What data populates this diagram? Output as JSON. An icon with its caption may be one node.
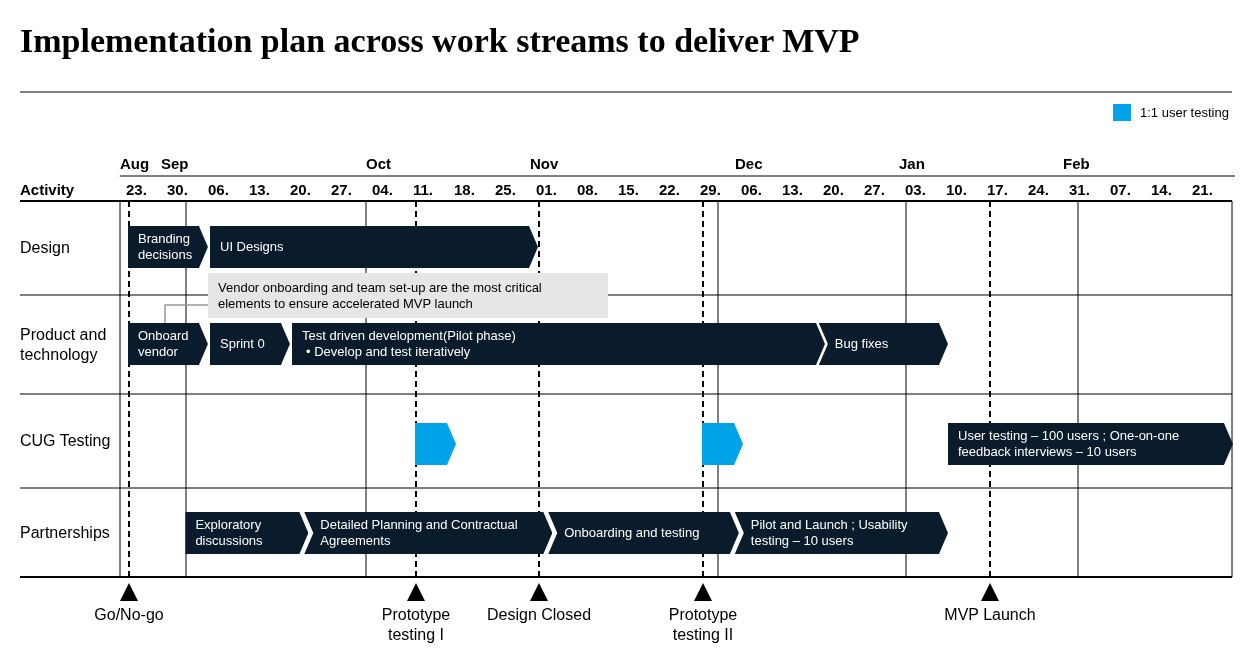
{
  "diagram": {
    "title": "Implementation plan across work streams to deliver MVP",
    "nodes": [
      {
        "text": [
          "Branding decisions"
        ]
      },
      {
        "text": [
          "UI Designs"
        ]
      },
      {
        "text": [
          "Vendor onboarding and team set-up are the most critical elements to ensure accelerated MVP launch"
        ]
      },
      {
        "text": [
          "Onboard vendor"
        ]
      },
      {
        "text": [
          "Sprint 0"
        ]
      },
      {
        "text": [
          "Test driven development(Pilot phase)",
          "• Develop and test iteratively"
        ]
      },
      {
        "text": [
          "Bug fixes"
        ]
      },
      {
        "text": [],
        "shape": "bar"
      },
      {
        "text": [],
        "shape": "bar"
      },
      {
        "text": [
          "User testing – 100 users ; One-on-one feedback interviews – 10 users"
        ]
      },
      {
        "text": [
          "Exploratory discussions"
        ]
      },
      {
        "text": [
          "Detailed Planning and Contractual Agreements"
        ]
      },
      {
        "text": [
          "Onboarding and testing"
        ]
      },
      {
        "text": [
          "Pilot and Launch ; Usability testing – 10 users"
        ]
      }
    ],
    "edges": [
      {
        "from": 2,
        "to": 3,
        "arrow": "none"
      }
    ],
    "labels": [
      "Aug",
      "Sep",
      "Oct",
      "Nov",
      "Dec",
      "Jan",
      "Feb",
      "Activity",
      "23.",
      "30.",
      "06.",
      "13.",
      "20.",
      "27.",
      "04.",
      "11.",
      "18.",
      "25.",
      "01.",
      "08.",
      "15.",
      "22.",
      "29.",
      "06.",
      "13.",
      "20.",
      "27.",
      "03.",
      "10.",
      "17.",
      "24.",
      "31.",
      "07.",
      "14.",
      "21.",
      "Design",
      "Product and technology",
      "CUG Testing",
      "Partnerships",
      "Go/No-go",
      "Prototype testing I",
      "Design Closed",
      "Prototype testing II",
      "MVP Launch"
    ],
    "legend": [
      {
        "text": "1:1 user testing",
        "color": "#00a3e8"
      }
    ]
  }
}
